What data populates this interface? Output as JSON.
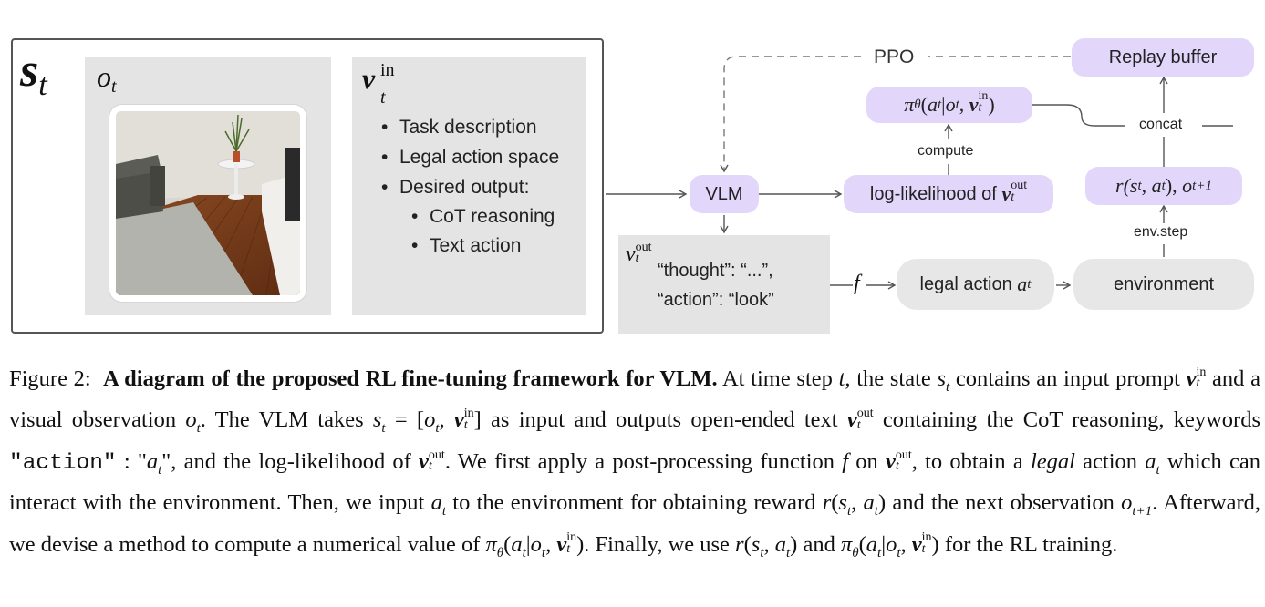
{
  "diagram": {
    "state_label": {
      "main": "s",
      "sub": "t"
    },
    "observation_label": {
      "main": "o",
      "sub": "t"
    },
    "prompt_label": {
      "main": "v",
      "sup": "in",
      "sub": "t"
    },
    "prompt_items": [
      "Task description",
      "Legal action space",
      "Desired output:"
    ],
    "prompt_subitems": [
      "CoT reasoning",
      "Text action"
    ],
    "vlm_label": "VLM",
    "loglik_label": "log-likelihood of",
    "vout_symbol": {
      "main": "v",
      "sup": "out",
      "sub": "t"
    },
    "vout_line1": "“thought”: “...”,",
    "vout_line2": "“action”: “look”",
    "f_label": "f",
    "legal_action_label": "legal action",
    "legal_action_symbol": "a",
    "environment_label": "environment",
    "envstep_label": "env.step",
    "reward_label": "r(s",
    "compute_label": "compute",
    "policy_label": "π",
    "concat_label": "concat",
    "ppo_label": "PPO",
    "replay_label": "Replay buffer"
  },
  "caption": {
    "figure_label": "Figure 2:",
    "title": "A diagram of the proposed RL fine-tuning framework for VLM.",
    "keyword": "\"action\"",
    "legal_word": "legal"
  }
}
